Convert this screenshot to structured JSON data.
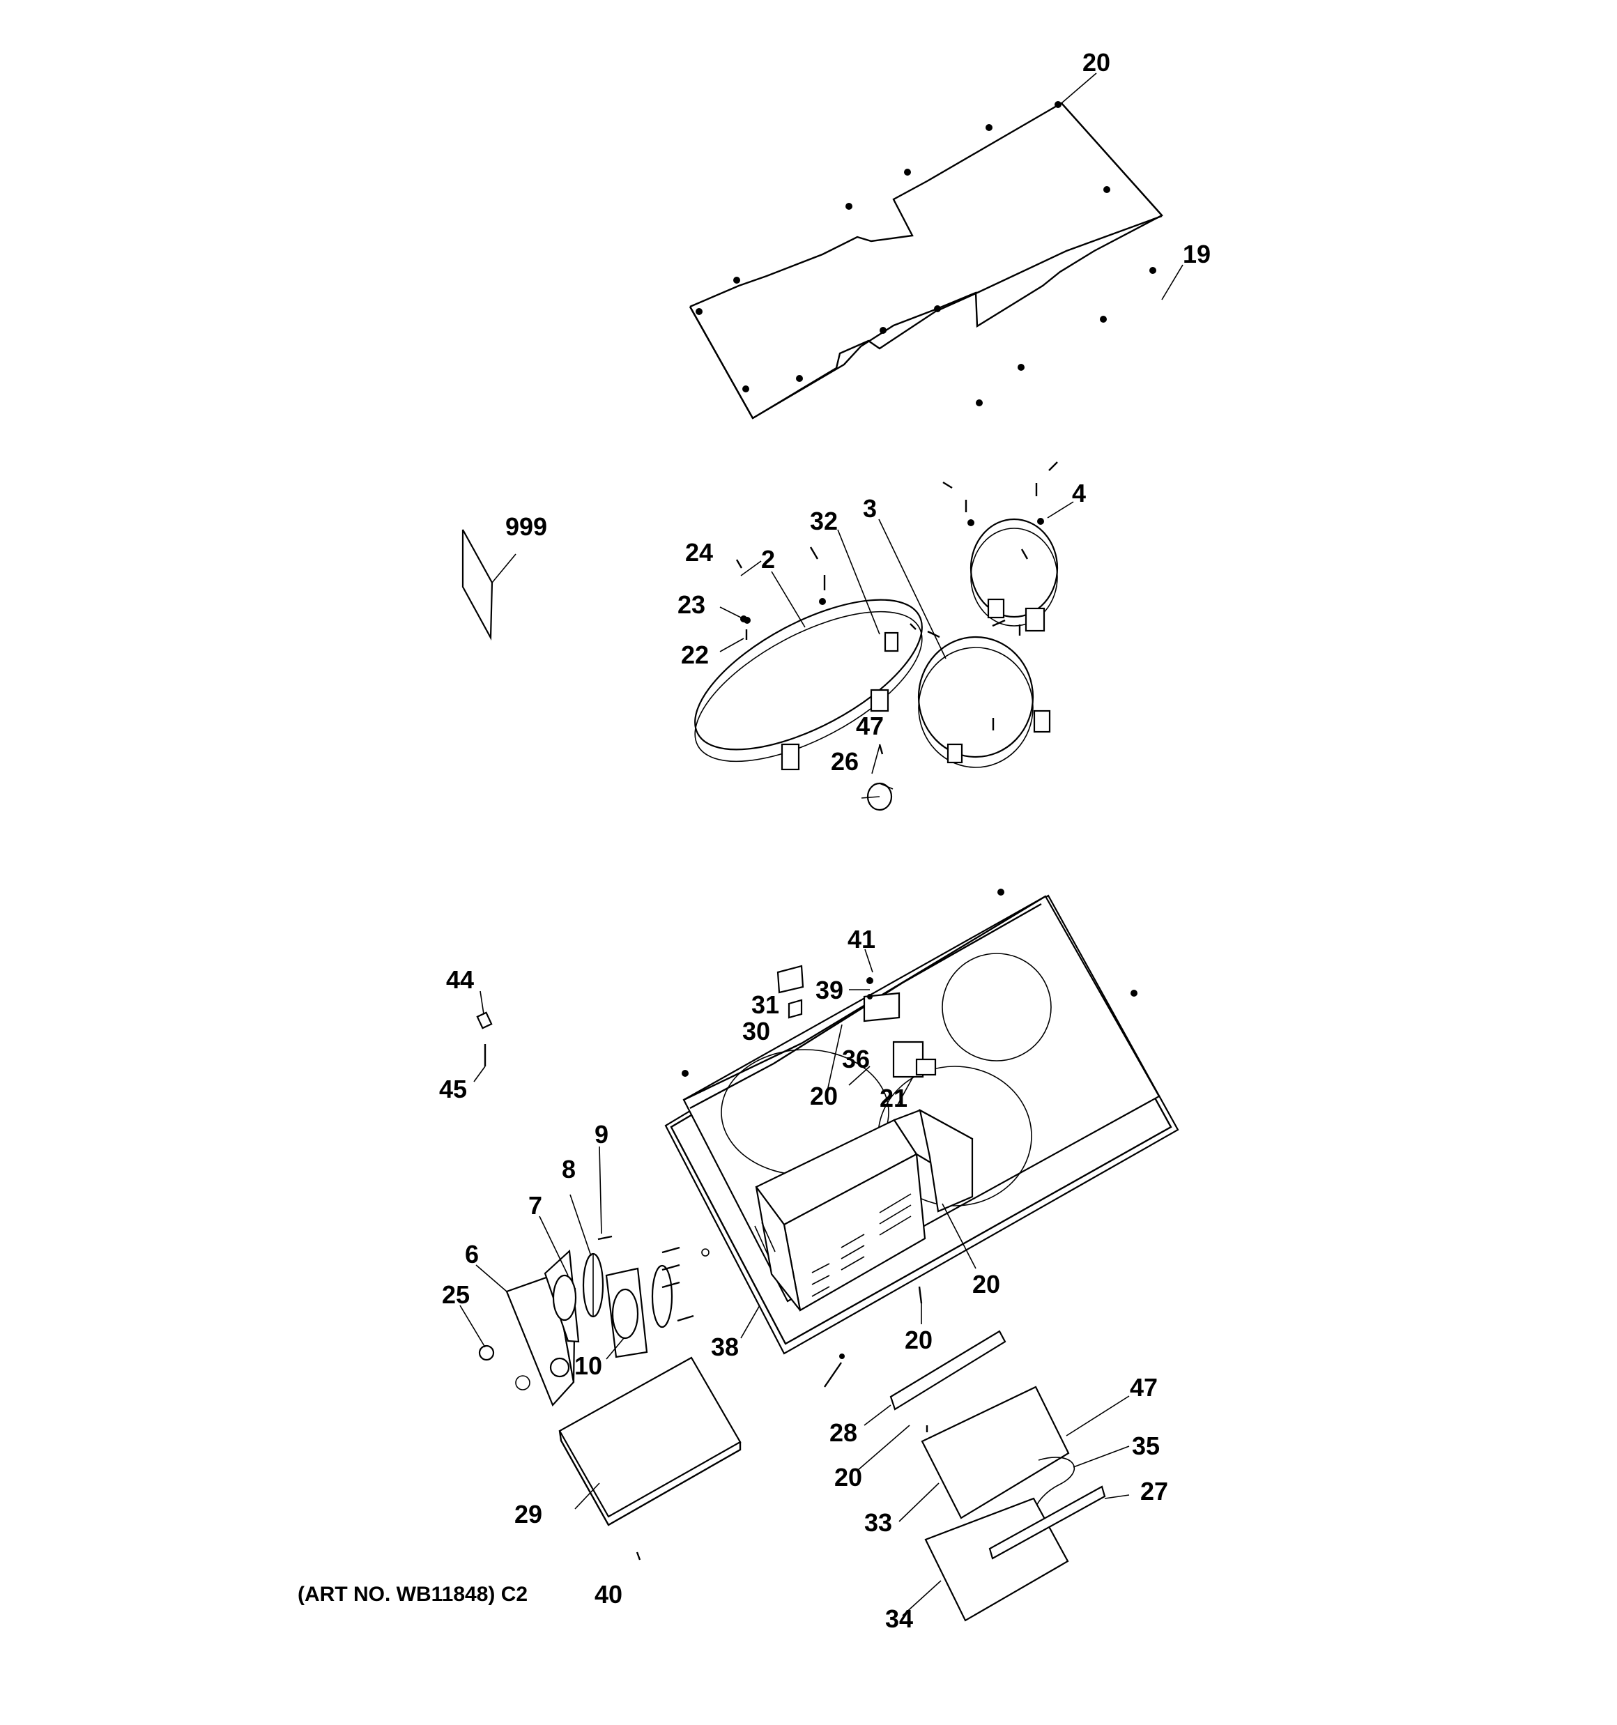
{
  "art_number": "(ART NO. WB11848) C2",
  "callouts": {
    "c20_top": "20",
    "c19": "19",
    "c999": "999",
    "c24": "24",
    "c2": "2",
    "c32": "32",
    "c3": "3",
    "c4": "4",
    "c23": "23",
    "c22": "22",
    "c47_mid": "47",
    "c26": "26",
    "c41": "41",
    "c39": "39",
    "c31": "31",
    "c30": "30",
    "c36": "36",
    "c20_a": "20",
    "c21": "21",
    "c44": "44",
    "c45": "45",
    "c9": "9",
    "c8": "8",
    "c7": "7",
    "c6": "6",
    "c25": "25",
    "c10": "10",
    "c38": "38",
    "c20_b": "20",
    "c20_c": "20",
    "c28": "28",
    "c20_d": "20",
    "c47_low": "47",
    "c35": "35",
    "c27": "27",
    "c29": "29",
    "c33": "33",
    "c34": "34",
    "c40": "40"
  }
}
